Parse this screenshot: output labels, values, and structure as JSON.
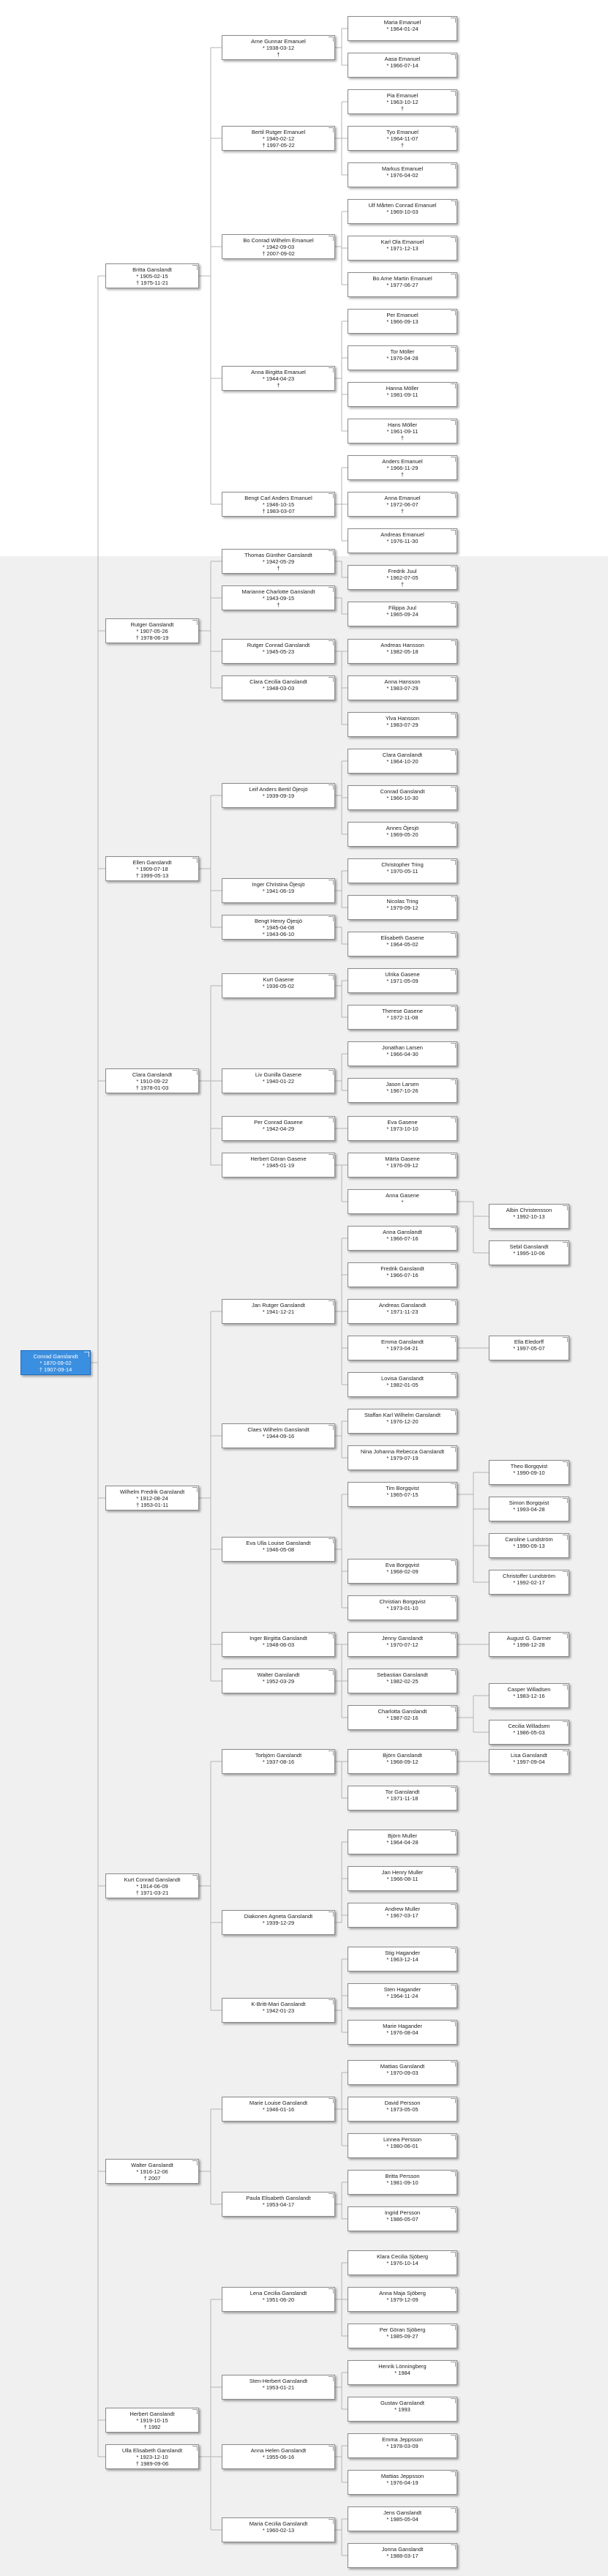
{
  "colors": {
    "root_fill": "#3b8fe0",
    "connector": "#b5b5b5",
    "panel": "#f0f0f0"
  },
  "people": [
    {
      "id": "conrad",
      "lines": [
        "Conrad Ganslandt",
        "* 1870-09-02",
        "† 1907-09-14"
      ],
      "root": true
    },
    {
      "id": "britta",
      "lines": [
        "Britta Ganslandt",
        "* 1905-02-15",
        "† 1975-11-21"
      ]
    },
    {
      "id": "rutger",
      "lines": [
        "Rutger Ganslandt",
        "* 1907-05-26",
        "† 1978-06-19"
      ]
    },
    {
      "id": "ellen",
      "lines": [
        "Ellen Ganslandt",
        "* 1909-07-18",
        "† 1999-05-13"
      ]
    },
    {
      "id": "clara",
      "lines": [
        "Clara Ganslandt",
        "* 1910-09-22",
        "† 1978-01-03"
      ]
    },
    {
      "id": "wilhelm",
      "lines": [
        "Wilhelm Fredrik Ganslandt",
        "* 1912-08-24",
        "† 1953-01-11"
      ]
    },
    {
      "id": "kurt",
      "lines": [
        "Kurt Conrad Ganslandt",
        "* 1914-06-09",
        "† 1971-03-21"
      ]
    },
    {
      "id": "walter",
      "lines": [
        "Walter Ganslandt",
        "* 1916-12-06",
        "† 2007"
      ]
    },
    {
      "id": "herbert1",
      "lines": [
        "Herbert Ganslandt",
        "* 1919-10-15",
        "† 1992"
      ]
    },
    {
      "id": "ulla",
      "lines": [
        "Ulla Elisabeth Ganslandt",
        "* 1923-12-10",
        "† 1989-09-06"
      ]
    },
    {
      "id": "arne",
      "lines": [
        "Arne Gunnar Emanuel",
        "* 1938-03-12",
        "†"
      ]
    },
    {
      "id": "bertil",
      "lines": [
        "Bertil Rutger Emanuel",
        "* 1940-02-12",
        "† 1997-05-22"
      ]
    },
    {
      "id": "bo",
      "lines": [
        "Bo Conrad Wilhelm Emanuel",
        "* 1942-09-03",
        "† 2007-09-02"
      ]
    },
    {
      "id": "annab",
      "lines": [
        "Anna Birgitta Emanuel",
        "* 1944-04-23",
        "†"
      ]
    },
    {
      "id": "bengt",
      "lines": [
        "Bengt Carl Anders Emanuel",
        "* 1946-10-15",
        "† 1983-03-07"
      ]
    },
    {
      "id": "thomas",
      "lines": [
        "Thomas Günther Ganslandt",
        "* 1942-05-29",
        "†"
      ]
    },
    {
      "id": "marianne",
      "lines": [
        "Marianne Charlotte Ganslandt",
        "* 1943-09-15",
        "†"
      ]
    },
    {
      "id": "rutgerc",
      "lines": [
        "Rutger Conrad Ganslandt",
        "* 1945-05-23"
      ]
    },
    {
      "id": "clarac",
      "lines": [
        "Clara Cecilia Ganslandt",
        "* 1948-03-03"
      ]
    },
    {
      "id": "leif",
      "lines": [
        "Leif Anders Bertil Öjesjö",
        "* 1939-09-19"
      ]
    },
    {
      "id": "inger_ch",
      "lines": [
        "Inger Christina Öjesjö",
        "* 1941-06-19"
      ]
    },
    {
      "id": "bengt_h",
      "lines": [
        "Bengt Henry Öjesjö",
        "* 1945-04-08",
        "* 1943-06-10"
      ]
    },
    {
      "id": "kurtg",
      "lines": [
        "Kurt Gasene",
        "* 1936-05-02"
      ]
    },
    {
      "id": "liv",
      "lines": [
        "Liv Gunilla Gasene",
        "* 1940-01-22"
      ]
    },
    {
      "id": "per",
      "lines": [
        "Per Conrad Gasene",
        "* 1942-04-29"
      ]
    },
    {
      "id": "herbertg",
      "lines": [
        "Herbert Göran Gasene",
        "* 1945-01-19"
      ]
    },
    {
      "id": "jan",
      "lines": [
        "Jan Rutger Ganslandt",
        "* 1941-12-21"
      ]
    },
    {
      "id": "claes",
      "lines": [
        "Claes Wilhelm Ganslandt",
        "* 1944-09-16"
      ]
    },
    {
      "id": "eva",
      "lines": [
        "Eva Ulla Louise Ganslandt",
        "* 1946-05-08"
      ]
    },
    {
      "id": "ingerb",
      "lines": [
        "Inger Birgitta Ganslandt",
        "* 1948-06-03"
      ]
    },
    {
      "id": "walterg",
      "lines": [
        "Walter Ganslandt",
        "* 1952-03-29"
      ]
    },
    {
      "id": "torbjorn",
      "lines": [
        "Torbjörn Ganslandt",
        "* 1937-08-16"
      ]
    },
    {
      "id": "diakonen",
      "lines": [
        "Diakonen Agneta Ganslandt",
        "* 1939-12-29"
      ]
    },
    {
      "id": "kbritt",
      "lines": [
        "K-Britt-Mari Ganslandt",
        "* 1942-01-23"
      ]
    },
    {
      "id": "marie",
      "lines": [
        "Marie Louise Ganslandt",
        "* 1946-01-16"
      ]
    },
    {
      "id": "paula",
      "lines": [
        "Paula Elisabeth Ganslandt",
        "* 1953-04-17"
      ]
    },
    {
      "id": "lena",
      "lines": [
        "Lena Cecilia Ganslandt",
        "* 1951-06-20"
      ]
    },
    {
      "id": "stenh",
      "lines": [
        "Sten-Herbert Ganslandt",
        "* 1953-01-21"
      ]
    },
    {
      "id": "annah",
      "lines": [
        "Anna Helen Ganslandt",
        "* 1955-06-16"
      ]
    },
    {
      "id": "mariac",
      "lines": [
        "Maria Cecilia Ganslandt",
        "* 1960-02-13"
      ]
    },
    {
      "id": "g1",
      "lines": [
        "Maria Emanuel",
        "* 1964-01-24"
      ]
    },
    {
      "id": "g2",
      "lines": [
        "Aasa Emanuel",
        "* 1966-07-14"
      ]
    },
    {
      "id": "g3",
      "lines": [
        "Pia Emanuel",
        "* 1963-10-12",
        "†"
      ]
    },
    {
      "id": "g4",
      "lines": [
        "Tyo Emanuel",
        "* 1964-11-07",
        "†"
      ]
    },
    {
      "id": "g5",
      "lines": [
        "Markus Emanuel",
        "* 1976-04-02"
      ]
    },
    {
      "id": "g6",
      "lines": [
        "Ulf Mårten Conrad Emanuel",
        "* 1969-10-03"
      ]
    },
    {
      "id": "g7",
      "lines": [
        "Karl Ola Emanuel",
        "* 1971-12-13"
      ]
    },
    {
      "id": "g8",
      "lines": [
        "Bo Arne Martin Emanuel",
        "* 1977-06-27"
      ]
    },
    {
      "id": "g9",
      "lines": [
        "Per Emanuel",
        "* 1966-09-13"
      ]
    },
    {
      "id": "g10",
      "lines": [
        "Tor Möller",
        "* 1976-04-28"
      ]
    },
    {
      "id": "g11",
      "lines": [
        "Hanna Möller",
        "* 1981-09-11"
      ]
    },
    {
      "id": "g12",
      "lines": [
        "Hans Möller",
        "* 1961-09-11",
        "†"
      ]
    },
    {
      "id": "g13",
      "lines": [
        "Anders Emanuel",
        "* 1966-11-29",
        "†"
      ]
    },
    {
      "id": "g14",
      "lines": [
        "Anna Emanuel",
        "* 1972-06-07",
        "†"
      ]
    },
    {
      "id": "g15",
      "lines": [
        "Andreas Emanuel",
        "* 1976-11-30"
      ]
    },
    {
      "id": "g16",
      "lines": [
        "Fredrik Juul",
        "* 1962-07-05",
        "†"
      ]
    },
    {
      "id": "g17",
      "lines": [
        "Filippa Juul",
        "* 1965-09-24"
      ]
    },
    {
      "id": "g18",
      "lines": [
        "Andreas Hansson",
        "* 1982-05-18"
      ]
    },
    {
      "id": "g19",
      "lines": [
        "Anna Hansson",
        "* 1983-07-29"
      ]
    },
    {
      "id": "g20",
      "lines": [
        "Ylva Hansson",
        "* 1983-07-29"
      ]
    },
    {
      "id": "g21",
      "lines": [
        "Clara Ganslandt",
        "* 1964-10-20"
      ]
    },
    {
      "id": "g22",
      "lines": [
        "Conrad Ganslandt",
        "* 1966-10-30"
      ]
    },
    {
      "id": "g23",
      "lines": [
        "Annes Öjesjö",
        "* 1969-05-20"
      ]
    },
    {
      "id": "g24",
      "lines": [
        "Christopher Tring",
        "* 1970-05-11"
      ]
    },
    {
      "id": "g25",
      "lines": [
        "Nicolas Tring",
        "* 1979-09-12"
      ]
    },
    {
      "id": "g26",
      "lines": [
        "Elisabeth Gasene",
        "* 1964-05-02"
      ]
    },
    {
      "id": "g27",
      "lines": [
        "Ulrika Gasene",
        "* 1971-05-09"
      ]
    },
    {
      "id": "g28",
      "lines": [
        "Therese Gasene",
        "* 1972-11-08"
      ]
    },
    {
      "id": "g29",
      "lines": [
        "Jonathan Larsen",
        "* 1966-04-30"
      ]
    },
    {
      "id": "g30",
      "lines": [
        "Jason Larsen",
        "* 1967-10-26"
      ]
    },
    {
      "id": "g31",
      "lines": [
        "Eva Gasene",
        "* 1973-10-10"
      ]
    },
    {
      "id": "g32",
      "lines": [
        "Märta Gasene",
        "* 1976-09-12"
      ]
    },
    {
      "id": "g33",
      "lines": [
        "Anna Gasene",
        "*"
      ]
    },
    {
      "id": "g34",
      "lines": [
        "Anna Ganslandt",
        "* 1966-07-16"
      ]
    },
    {
      "id": "g35",
      "lines": [
        "Fredrik Ganslandt",
        "* 1966-07-16"
      ]
    },
    {
      "id": "g36",
      "lines": [
        "Andreas Ganslandt",
        "* 1971-11-23"
      ]
    },
    {
      "id": "g37",
      "lines": [
        "Emma Ganslandt",
        "* 1973-04-21"
      ]
    },
    {
      "id": "g38",
      "lines": [
        "Lovisa Ganslandt",
        "* 1982-01-05"
      ]
    },
    {
      "id": "g39",
      "lines": [
        "Staffan Karl Wilhelm Ganslandt",
        "* 1976-12-20"
      ]
    },
    {
      "id": "g40",
      "lines": [
        "Nina Johanna Rebecca Ganslandt",
        "* 1979-07-19"
      ]
    },
    {
      "id": "g41",
      "lines": [
        "Tim Borgqvist",
        "* 1965-07-15"
      ]
    },
    {
      "id": "g42",
      "lines": [
        "Eva Borgqvist",
        "* 1968-02-09"
      ]
    },
    {
      "id": "g43",
      "lines": [
        "Christian Borgqvist",
        "* 1973-01-10"
      ]
    },
    {
      "id": "g44",
      "lines": [
        "Jenny Ganslandt",
        "* 1970-07-12"
      ]
    },
    {
      "id": "g45",
      "lines": [
        "Sebastian Ganslandt",
        "* 1982-02-25"
      ]
    },
    {
      "id": "g46",
      "lines": [
        "Charlotta Ganslandt",
        "* 1987-02-16"
      ]
    },
    {
      "id": "g47",
      "lines": [
        "Björn Ganslandt",
        "* 1968-09-12"
      ]
    },
    {
      "id": "g48",
      "lines": [
        "Tor Ganslandt",
        "* 1971-11-18"
      ]
    },
    {
      "id": "g49",
      "lines": [
        "Björn Muller",
        "* 1964-04-28"
      ]
    },
    {
      "id": "g50",
      "lines": [
        "Jan Henry Muller",
        "* 1966-08-11"
      ]
    },
    {
      "id": "g51",
      "lines": [
        "Andrew Muller",
        "* 1967-03-17"
      ]
    },
    {
      "id": "g52",
      "lines": [
        "Stig Hagander",
        "* 1963-12-14"
      ]
    },
    {
      "id": "g53",
      "lines": [
        "Sten Hagander",
        "* 1964-11-24"
      ]
    },
    {
      "id": "g54",
      "lines": [
        "Marie Hagander",
        "* 1976-08-04"
      ]
    },
    {
      "id": "g55",
      "lines": [
        "Mattias Ganslandt",
        "* 1970-09-03"
      ]
    },
    {
      "id": "g56",
      "lines": [
        "David Persson",
        "* 1973-05-05"
      ]
    },
    {
      "id": "g57",
      "lines": [
        "Linnea Persson",
        "* 1980-06-01"
      ]
    },
    {
      "id": "g58",
      "lines": [
        "Britta Persson",
        "* 1981-09-10"
      ]
    },
    {
      "id": "g59",
      "lines": [
        "Ingrid Persson",
        "* 1986-05-07"
      ]
    },
    {
      "id": "g60",
      "lines": [
        "Klara Cecilia Sjöberg",
        "* 1976-10-14"
      ]
    },
    {
      "id": "g61",
      "lines": [
        "Anna Maja Sjöberg",
        "* 1979-12-09"
      ]
    },
    {
      "id": "g62",
      "lines": [
        "Per Göran Sjöberg",
        "* 1985-09-27"
      ]
    },
    {
      "id": "g63",
      "lines": [
        "Henrik Lönningberg",
        "* 1984"
      ]
    },
    {
      "id": "g64",
      "lines": [
        "Gustav Ganslandt",
        "* 1993"
      ]
    },
    {
      "id": "g65",
      "lines": [
        "Emma Jeppsson",
        "* 1978-03-09"
      ]
    },
    {
      "id": "g66",
      "lines": [
        "Mattias Jeppsson",
        "* 1976-04-19"
      ]
    },
    {
      "id": "g67",
      "lines": [
        "Jens Ganslandt",
        "* 1985-05-04"
      ]
    },
    {
      "id": "g68",
      "lines": [
        "Jonna Ganslandt",
        "* 1988-03-17"
      ]
    },
    {
      "id": "h1",
      "lines": [
        "Albin Christensson",
        "* 1992-10-13"
      ]
    },
    {
      "id": "h2",
      "lines": [
        "Sebil Ganslandt",
        "* 1995-10-06"
      ]
    },
    {
      "id": "h3",
      "lines": [
        "Ella Eledorff",
        "* 1997-05-07"
      ]
    },
    {
      "id": "h4",
      "lines": [
        "Theo Borgqvist",
        "* 1990-09-10"
      ]
    },
    {
      "id": "h5",
      "lines": [
        "Simon Borgqvist",
        "* 1993-04-28"
      ]
    },
    {
      "id": "h6",
      "lines": [
        "Caroline Lundström",
        "* 1990-09-13"
      ]
    },
    {
      "id": "h7",
      "lines": [
        "Christoffer Lundström",
        "* 1992-02-17"
      ]
    },
    {
      "id": "h8",
      "lines": [
        "August G. Garmer",
        "* 1998-12-28"
      ]
    },
    {
      "id": "h9",
      "lines": [
        "Casper Willadsen",
        "* 1983-12-16"
      ]
    },
    {
      "id": "h10",
      "lines": [
        "Cecilia Willadsen",
        "* 1986-05-03"
      ]
    },
    {
      "id": "h11",
      "lines": [
        "Lisa Ganslandt",
        "* 1997-09-04"
      ]
    }
  ]
}
